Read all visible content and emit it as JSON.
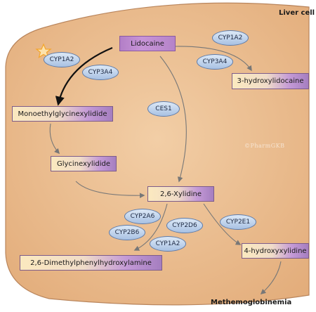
{
  "cell_label": "Liver cell",
  "watermark": "©PharmGKB",
  "drug": "Lidocaine",
  "metabolites": {
    "megx": "Monoethylglycinexylidide",
    "gx": "Glycinexylidide",
    "xylidine": "2,6-Xylidine",
    "hydroxylidocaine": "3-hydroxylidocaine",
    "dmpha": "2,6-Dimethylphenylhydroxylamine",
    "hydroxyxylidine": "4-hydroxyxylidine"
  },
  "enzymes": {
    "cyp1a2_main": "CYP1A2",
    "cyp3a4_main": "CYP3A4",
    "cyp1a2_hydroxy": "CYP1A2",
    "cyp3a4_hydroxy": "CYP3A4",
    "ces1": "CES1",
    "cyp2a6": "CYP2A6",
    "cyp2b6": "CYP2B6",
    "cyp2d6": "CYP2D6",
    "cyp1a2_dm": "CYP1A2",
    "cyp2e1": "CYP2E1"
  },
  "outcome": "Methemoglobinemia",
  "colors": {
    "cell_fill": "#e9bb8c",
    "enzyme_fill": "#b9cfea",
    "drug_fill": "#c08ad2",
    "star": "#f4a52a"
  }
}
